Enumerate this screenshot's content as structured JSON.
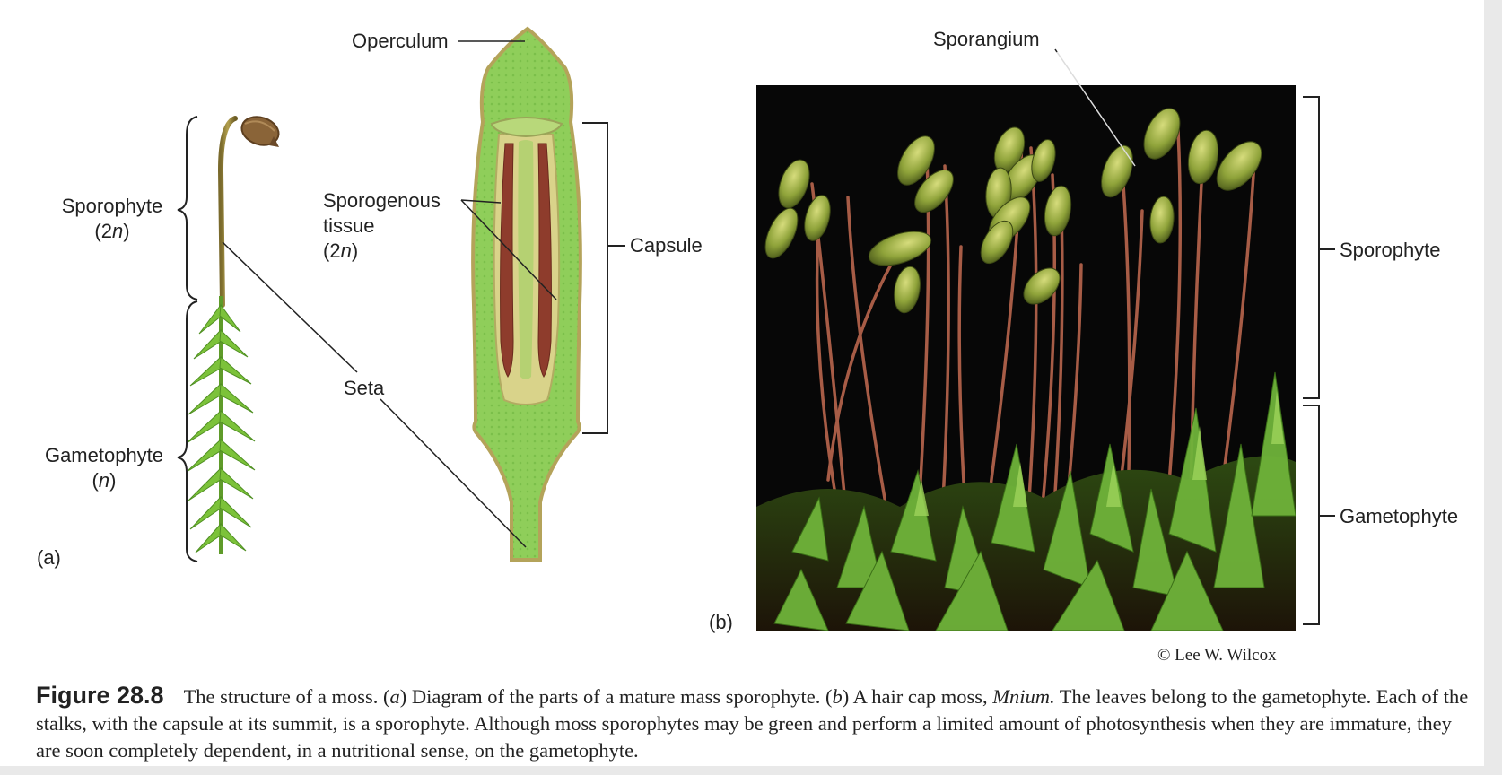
{
  "diagram_a": {
    "panel_label": "(a)",
    "labels": {
      "operculum": "Operculum",
      "sporophyte": "Sporophyte",
      "sporophyte_ploidy": "(2n)",
      "gametophyte": "Gametophyte",
      "gametophyte_ploidy": "(n)",
      "sporogenous_line1": "Sporogenous",
      "sporogenous_line2": "tissue",
      "sporogenous_ploidy": "(2n)",
      "capsule": "Capsule",
      "seta": "Seta"
    }
  },
  "photo_b": {
    "panel_label": "(b)",
    "labels": {
      "sporangium": "Sporangium",
      "sporophyte": "Sporophyte",
      "gametophyte": "Gametophyte"
    },
    "credit": "© Lee W. Wilcox"
  },
  "caption": {
    "figure_number": "Figure 28.8",
    "text_part1": "The structure of a moss. (",
    "a_letter": "a",
    "text_part2": ") Diagram of the parts of a mature mass sporophyte. (",
    "b_letter": "b",
    "text_part3": ") A hair cap moss, ",
    "genus": "Mnium.",
    "text_part4": " The leaves belong to the gametophyte. Each of the stalks, with the capsule at its summit, is a sporophyte. Although moss sporophytes may be green and perform a limited amount of photosynthesis when they are immature, they are soon completely dependent, in a nutritional sense, on the gametophyte."
  },
  "colors": {
    "capsule_green": "#8fce5a",
    "spore_tissue": "#d9d38a",
    "stalk_red": "#b0614a",
    "leaf_green": "#7cc23a",
    "photo_bg": "#070707"
  }
}
